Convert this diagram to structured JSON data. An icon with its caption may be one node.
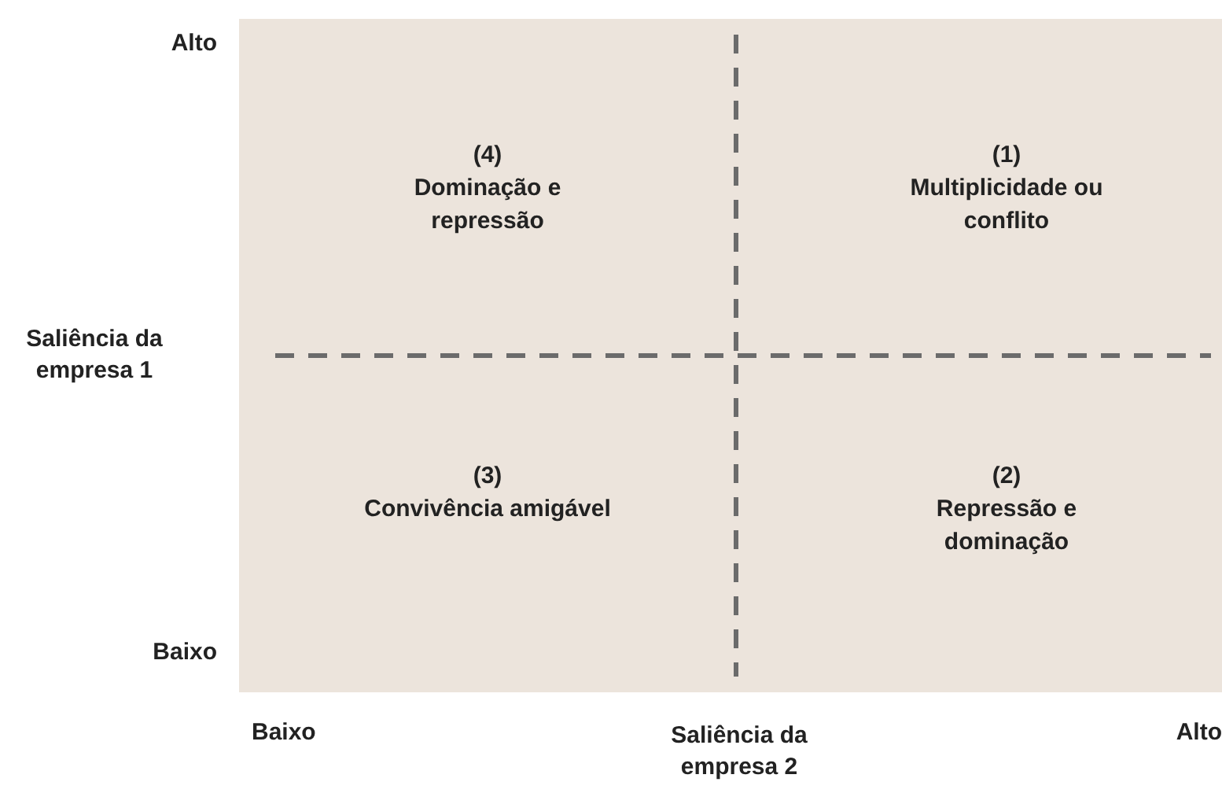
{
  "diagram": {
    "nodes": [
      {
        "text": [
          "(4)",
          "Dominação e repressão"
        ]
      },
      {
        "text": [
          "(1)",
          "Multiplicidade ou conflito"
        ]
      },
      {
        "text": [
          "(3)",
          "Convivência amigável"
        ]
      },
      {
        "text": [
          "(2)",
          "Repressão e dominação"
        ]
      }
    ],
    "labels": [
      "Alto",
      "Saliência da empresa 1",
      "Baixo",
      "Baixo",
      "Saliência da empresa 2",
      "Alto"
    ]
  }
}
